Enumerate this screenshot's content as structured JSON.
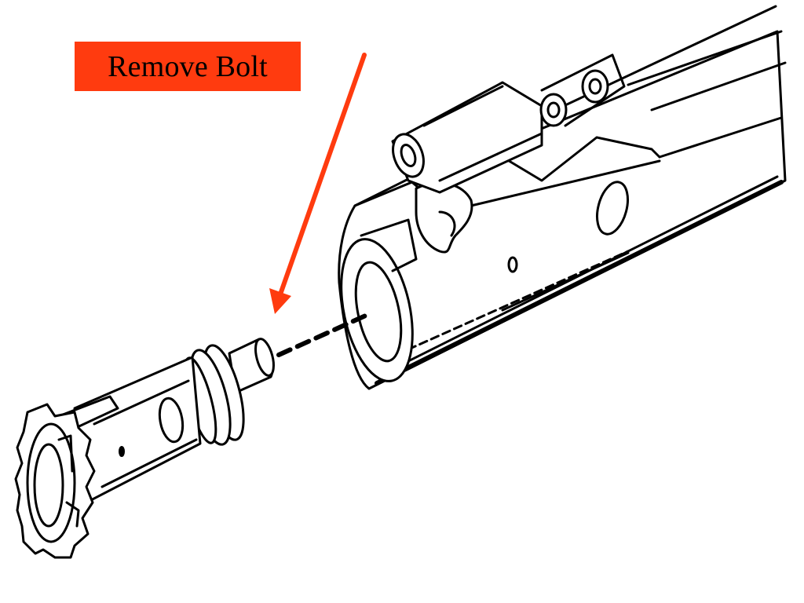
{
  "label": {
    "text": "Remove Bolt",
    "background_color": "#ff3b0f"
  },
  "arrow": {
    "color": "#ff3b0f"
  },
  "illustration": {
    "subject": "bolt-carrier-group-exploded-view",
    "parts": [
      "bolt-carrier",
      "bolt",
      "gas-key",
      "cam-pin-slot",
      "extractor",
      "gas-rings"
    ]
  }
}
